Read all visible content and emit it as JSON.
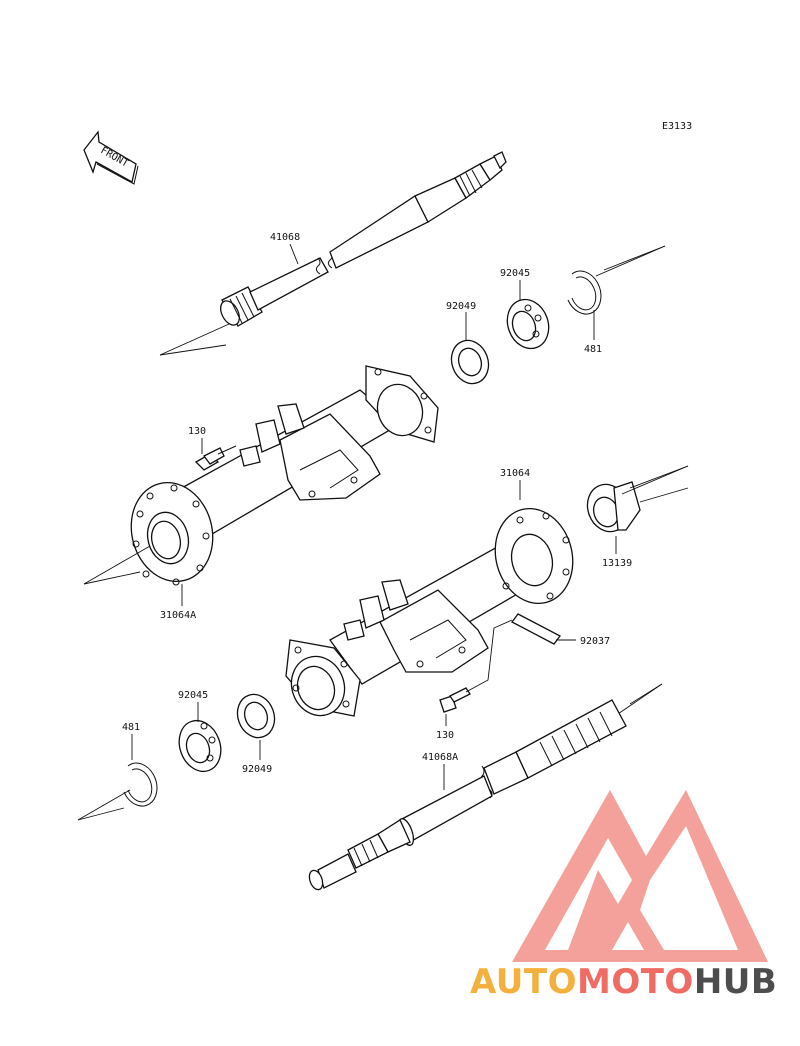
{
  "diagram": {
    "code": "E3133",
    "front_label": "FRONT",
    "parts": [
      {
        "id": "shaft-upper",
        "label": "41068"
      },
      {
        "id": "seal-upper",
        "label": "92049"
      },
      {
        "id": "bearing-upper",
        "label": "92045"
      },
      {
        "id": "circlip-upper",
        "label": "481"
      },
      {
        "id": "bolt-left",
        "label": "130"
      },
      {
        "id": "housing-left",
        "label": "31064A"
      },
      {
        "id": "housing-right",
        "label": "31064"
      },
      {
        "id": "sleeve",
        "label": "13139"
      },
      {
        "id": "key",
        "label": "92037"
      },
      {
        "id": "bolt-right",
        "label": "130"
      },
      {
        "id": "bearing-lower",
        "label": "92045"
      },
      {
        "id": "seal-lower",
        "label": "92049"
      },
      {
        "id": "circlip-lower",
        "label": "481"
      },
      {
        "id": "shaft-lower",
        "label": "41068A"
      }
    ]
  },
  "watermark": {
    "part1": "AUTO",
    "part2": "MOTO",
    "part3": "HUB",
    "colors": {
      "auto": "#f4b03c",
      "moto": "#ee6c63",
      "hub": "#4d4d4d",
      "logo": "#ee6c63"
    }
  }
}
